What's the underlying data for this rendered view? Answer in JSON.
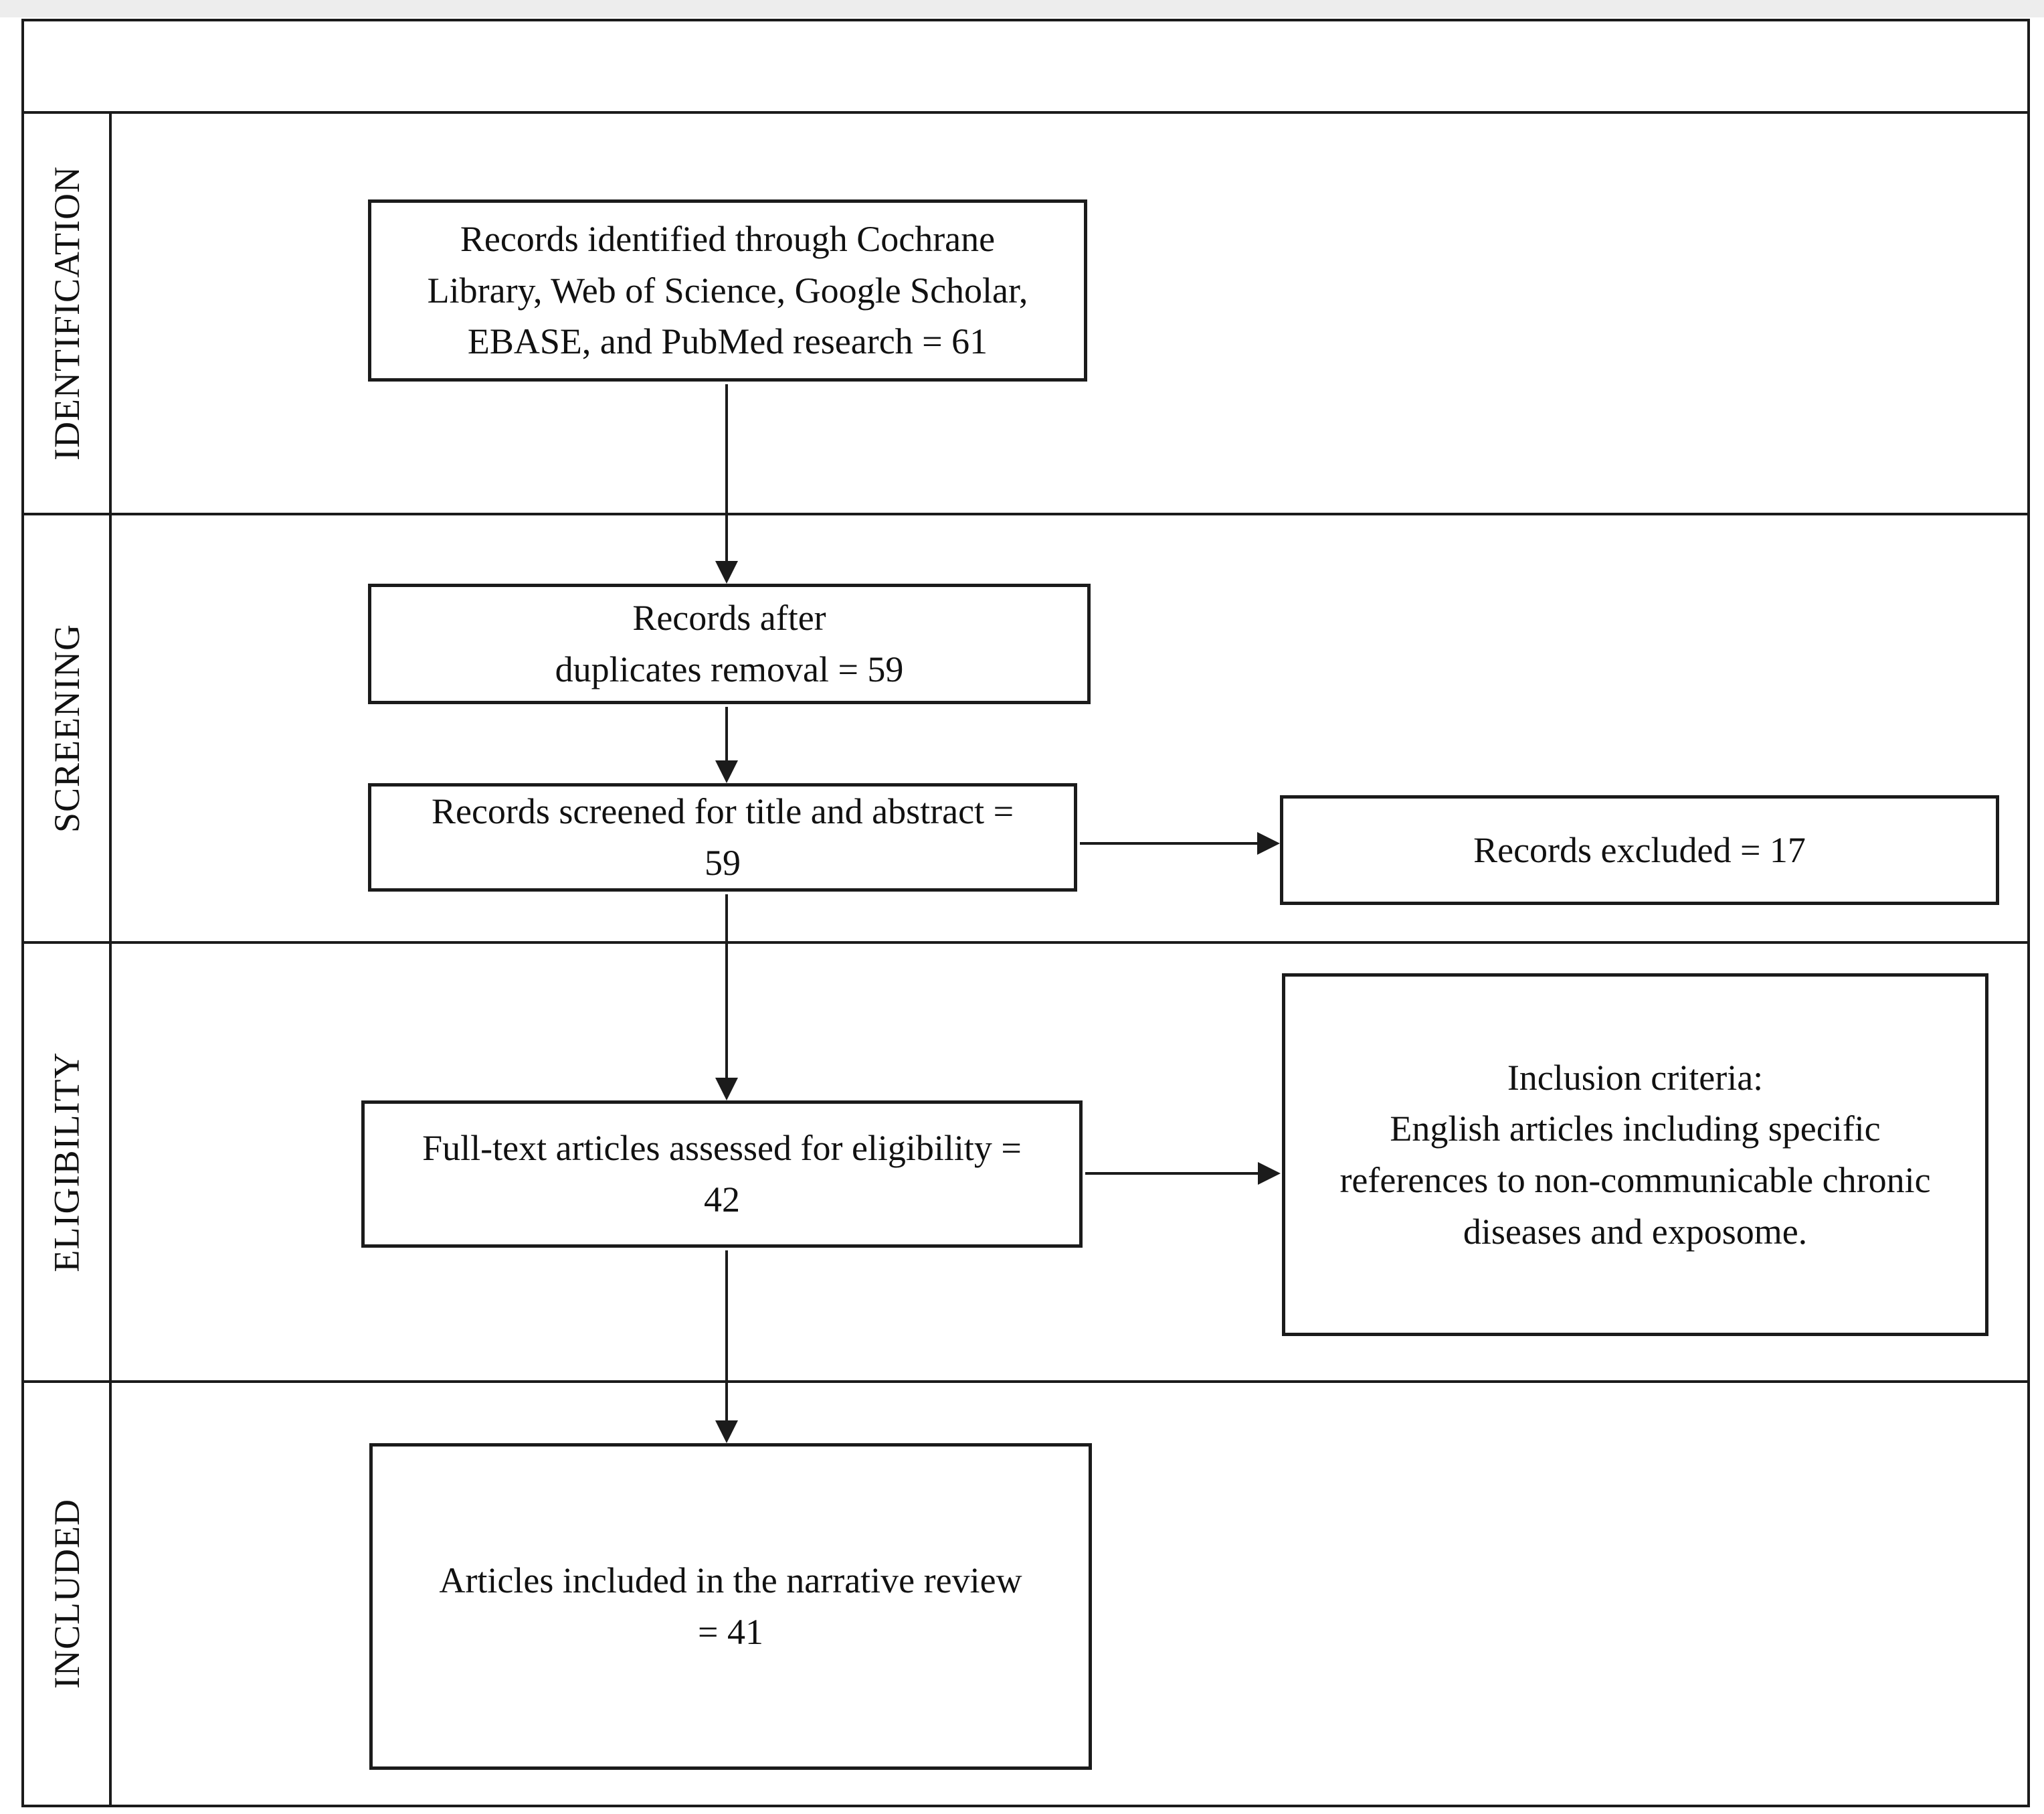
{
  "diagram": {
    "type": "prisma-flow-diagram",
    "colors": {
      "line": "#1b1b1b",
      "background": "#ffffff",
      "page_edge": "#ededed"
    }
  },
  "phases": [
    {
      "id": "identification",
      "label": "IDENTIFICATION"
    },
    {
      "id": "screening",
      "label": "SCREENING"
    },
    {
      "id": "eligibility",
      "label": "ELIGIBILITY"
    },
    {
      "id": "included",
      "label": "INCLUDED"
    }
  ],
  "boxes": {
    "identified": "Records identified through Cochrane\nLibrary, Web of Science, Google Scholar,\nEBASE, and PubMed research = 61",
    "deduplicated": "Records after\nduplicates removal = 59",
    "screened": "Records screened for title and abstract =\n59",
    "excluded": "Records excluded = 17",
    "fulltext": "Full-text articles assessed for eligibility =\n42",
    "criteria": "Inclusion criteria:\nEnglish articles including specific\nreferences to non-communicable chronic\ndiseases and exposome.",
    "included": "Articles included in the narrative review\n= 41"
  }
}
